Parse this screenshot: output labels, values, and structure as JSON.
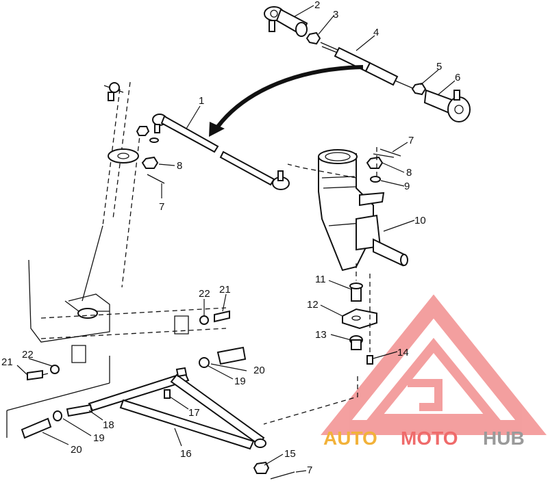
{
  "callouts": {
    "c1": "1",
    "c2": "2",
    "c3": "3",
    "c4": "4",
    "c5": "5",
    "c6": "6",
    "c7a": "7",
    "c7b": "7",
    "c7c": "7",
    "c8a": "8",
    "c8b": "8",
    "c9": "9",
    "c10": "10",
    "c11": "11",
    "c12": "12",
    "c13": "13",
    "c14": "14",
    "c15": "15",
    "c16": "16",
    "c17": "17",
    "c18": "18",
    "c19a": "19",
    "c19b": "19",
    "c20a": "20",
    "c20b": "20",
    "c21a": "21",
    "c21b": "21",
    "c22a": "22",
    "c22b": "22"
  },
  "watermark": {
    "part1": "AUTO",
    "part2": "MOTO",
    "part3": "HUB",
    "color_orange": "#f2b23a",
    "color_red": "#ef6b6b",
    "color_gray": "#9a9a9a",
    "logo_color": "#f08080"
  }
}
